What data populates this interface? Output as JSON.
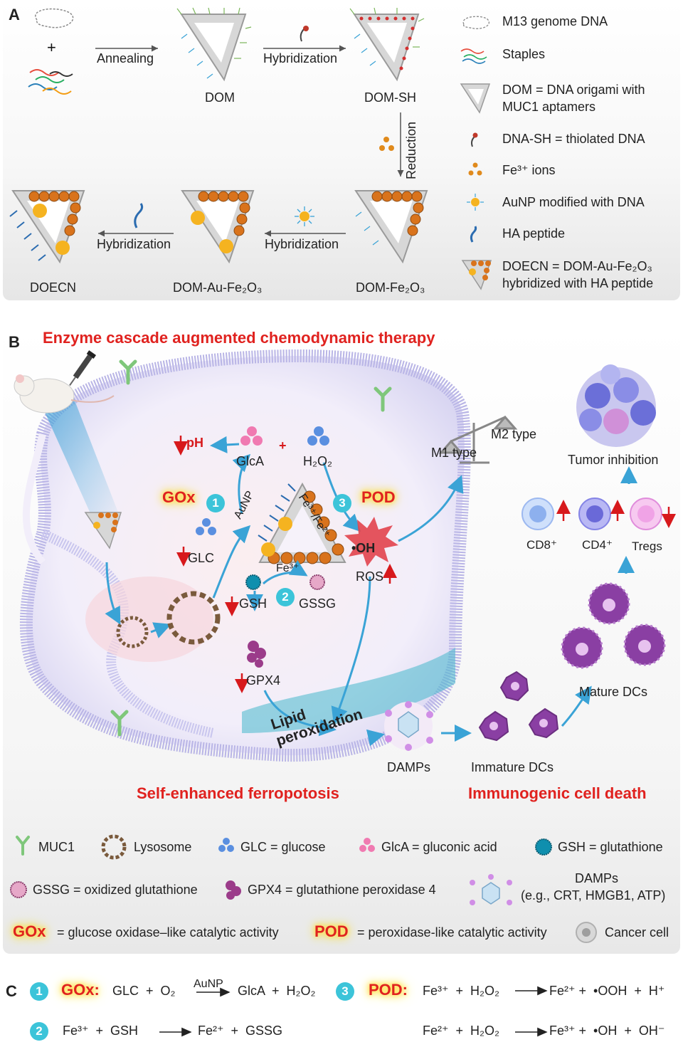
{
  "panelA": {
    "label": "A",
    "annealing": "Annealing",
    "hybridization": "Hybridization",
    "reduction": "Reduction",
    "dom": "DOM",
    "dom_sh": "DOM-SH",
    "doecn": "DOECN",
    "dom_au_fe2o3": "DOM-Au-Fe₂O₃",
    "dom_fe2o3": "DOM-Fe₂O₃",
    "legend": [
      {
        "icon": "m13-genome-icon",
        "text": "M13 genome DNA"
      },
      {
        "icon": "staples-icon",
        "text": "Staples"
      },
      {
        "icon": "dom-triangle-icon",
        "text": "DOM = DNA origami with MUC1 aptamers"
      },
      {
        "icon": "thiolated-dna-icon",
        "text": "DNA-SH = thiolated DNA"
      },
      {
        "icon": "fe-ions-icon",
        "text": "Fe³⁺ ions"
      },
      {
        "icon": "aunp-icon",
        "text": "AuNP modified with DNA"
      },
      {
        "icon": "ha-peptide-icon",
        "text": "HA peptide"
      },
      {
        "icon": "doecn-icon",
        "text": "DOECN = DOM-Au-Fe₂O₃ hybridized with HA peptide"
      }
    ]
  },
  "panelB": {
    "label": "B",
    "title": "Enzyme cascade augmented chemodynamic therapy",
    "ph": "pH",
    "glca": "GlcA",
    "plus": "+",
    "h2o2": "H₂O₂",
    "gox": "GOx",
    "pod": "POD",
    "aunp": "AuNP",
    "fe_redox": "Fe³⁺/Fe²⁺",
    "oh": "•OH",
    "ros": "ROS",
    "glc": "GLC",
    "fe3": "Fe³⁺",
    "gsh": "GSH",
    "gssg": "GSSG",
    "gpx4": "GPX4",
    "m1": "M1 type",
    "m2": "M2 type",
    "tumor_inhibition": "Tumor inhibition",
    "cd8": "CD8⁺",
    "cd4": "CD4⁺",
    "tregs": "Tregs",
    "lipid_peroxidation": "Lipid peroxidation",
    "damps": "DAMPs",
    "immature_dcs": "Immature DCs",
    "mature_dcs": "Mature DCs",
    "self_ferroptosis": "Self-enhanced ferropotosis",
    "icd": "Immunogenic cell death",
    "num1": "1",
    "num2": "2",
    "num3": "3",
    "legend": {
      "muc1": "MUC1",
      "lysosome": "Lysosome",
      "glc": "GLC = glucose",
      "glca": "GlcA = gluconic acid",
      "gsh": "GSH = glutathione",
      "gssg": "GSSG = oxidized glutathione",
      "gpx4": "GPX4 = glutathione peroxidase 4",
      "damps_1": "DAMPs",
      "damps_2": "(e.g., CRT, HMGB1, ATP)",
      "gox_word": "GOx",
      "gox_desc": "= glucose oxidase–like catalytic activity",
      "pod_word": "POD",
      "pod_desc": "= peroxidase-like catalytic activity",
      "cancer_cell": "Cancer cell"
    }
  },
  "panelC": {
    "label": "C",
    "r1_num": "1",
    "r1_name": "GOx:",
    "r1_left": "GLC  +  O₂",
    "r1_cat": "AuNP",
    "r1_right": "GlcA  +  H₂O₂",
    "r2_num": "2",
    "r2_left": "Fe³⁺  +  GSH",
    "r2_right": "Fe²⁺  +  GSSG",
    "r3_num": "3",
    "r3_name": "POD:",
    "r3a_left": "Fe³⁺  +  H₂O₂",
    "r3a_right": "Fe²⁺ +  •OOH  +  H⁺",
    "r3b_left": "Fe²⁺  +  H₂O₂",
    "r3b_right": "Fe³⁺ +  •OH  +  OH⁻"
  },
  "colors": {
    "accent_red": "#e0221f",
    "teal_badge": "#3cc4d9",
    "arrow_blue": "#3aa3d6",
    "fe2o3_orange": "#d9731c",
    "aunp_gold": "#f5b320"
  }
}
